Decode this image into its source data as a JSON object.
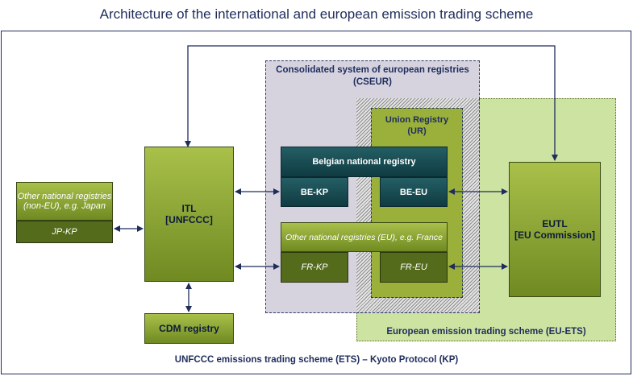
{
  "title": "Architecture of the international and european emission trading scheme",
  "scheme_unfccc": "UNFCCC emissions trading scheme (ETS) – Kyoto Protocol (KP)",
  "cseur": {
    "line1": "Consolidated system of european registries",
    "line2": "(CSEUR)"
  },
  "scheme_euets": "European emission trading scheme (EU-ETS)",
  "union_registry": {
    "line1": "Union Registry",
    "line2": "(UR)"
  },
  "other_non_eu": {
    "line1": "Other national registries",
    "line2": "(non-EU), e.g. Japan",
    "code": "JP-KP"
  },
  "itl": {
    "line1": "ITL",
    "line2": "[UNFCCC]"
  },
  "cdm": "CDM registry",
  "belgian": {
    "title": "Belgian national registry",
    "kp": "BE-KP",
    "eu": "BE-EU"
  },
  "other_eu": {
    "title": "Other national registries (EU), e.g. France",
    "kp": "FR-KP",
    "eu": "FR-EU"
  },
  "eutl": {
    "line1": "EUTL",
    "line2": "[EU Commission]"
  },
  "colors": {
    "navy": "#1f2d5c",
    "cseur_fill": "#d6d3df",
    "euets_fill": "#cde3a2",
    "ur_fill": "#9ab03a",
    "green_dark": "#556b1c",
    "teal": "#0f3c42"
  }
}
